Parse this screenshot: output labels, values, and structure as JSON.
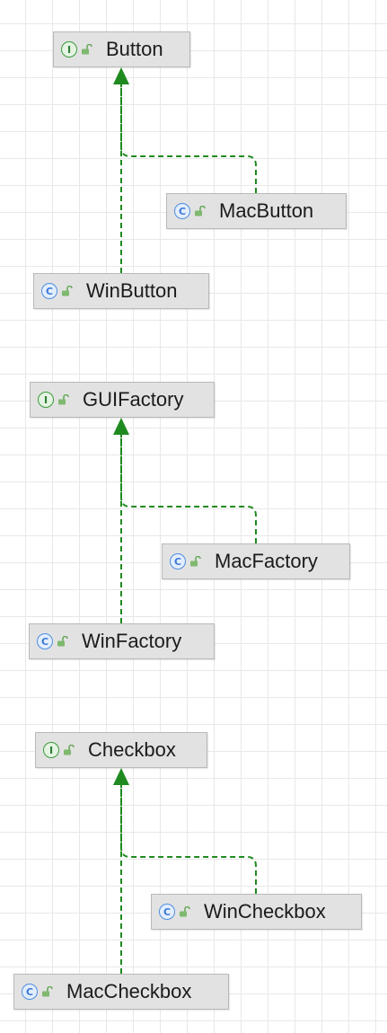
{
  "diagram": {
    "accent_color": "#1f8a1f",
    "groups": [
      {
        "interface": {
          "label": "Button",
          "icon": "interface-icon"
        },
        "implementations": [
          {
            "label": "MacButton",
            "icon": "class-icon"
          },
          {
            "label": "WinButton",
            "icon": "class-icon"
          }
        ]
      },
      {
        "interface": {
          "label": "GUIFactory",
          "icon": "interface-icon"
        },
        "implementations": [
          {
            "label": "MacFactory",
            "icon": "class-icon"
          },
          {
            "label": "WinFactory",
            "icon": "class-icon"
          }
        ]
      },
      {
        "interface": {
          "label": "Checkbox",
          "icon": "interface-icon"
        },
        "implementations": [
          {
            "label": "WinCheckbox",
            "icon": "class-icon"
          },
          {
            "label": "MacCheckbox",
            "icon": "class-icon"
          }
        ]
      }
    ]
  }
}
